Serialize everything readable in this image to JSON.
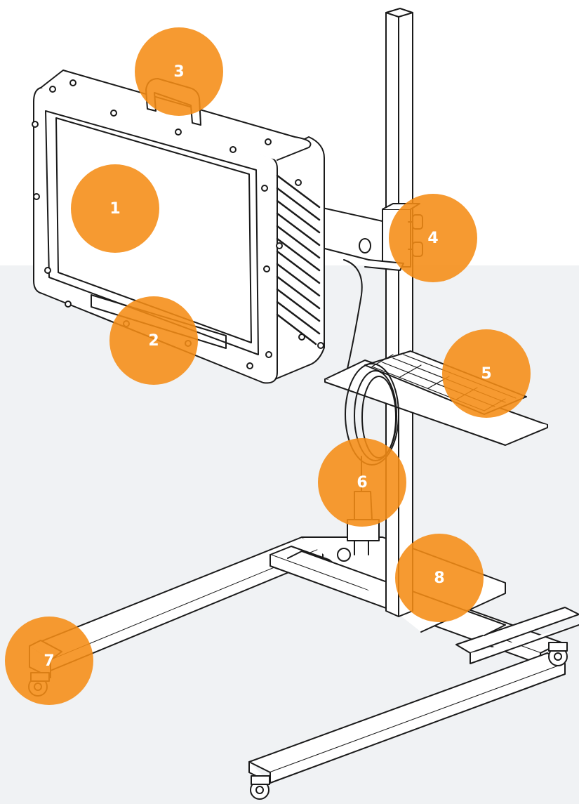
{
  "colors": {
    "callout": "#F58C14",
    "line": "#1a1a1a",
    "bg_lower": "#F0F2F4",
    "bg_upper": "#FFFFFF"
  },
  "callouts": [
    {
      "id": "monitor",
      "label": "1"
    },
    {
      "id": "slot",
      "label": "2"
    },
    {
      "id": "handle",
      "label": "3"
    },
    {
      "id": "knobs",
      "label": "4"
    },
    {
      "id": "keyboard",
      "label": "5"
    },
    {
      "id": "plug",
      "label": "6"
    },
    {
      "id": "caster",
      "label": "7"
    },
    {
      "id": "base-joint",
      "label": "8"
    }
  ]
}
